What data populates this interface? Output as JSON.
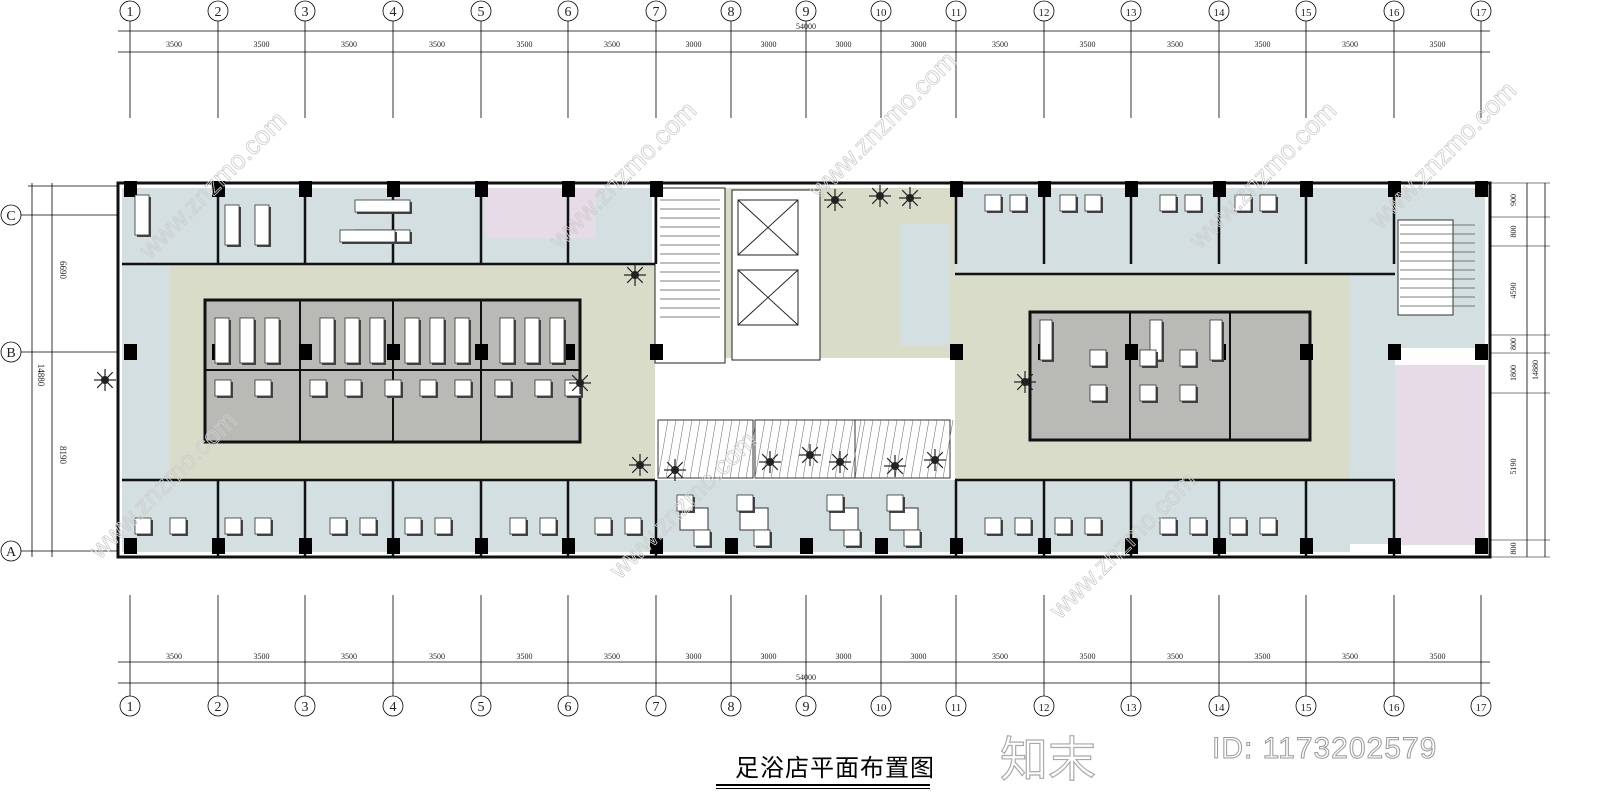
{
  "drawing": {
    "title": "足浴店平面布置图",
    "axes_columns": [
      "1",
      "2",
      "3",
      "4",
      "5",
      "6",
      "7",
      "8",
      "9",
      "10",
      "11",
      "12",
      "13",
      "14",
      "15",
      "16",
      "17"
    ],
    "axes_rows": [
      "C",
      "B",
      "A"
    ],
    "column_spacings": [
      "3500",
      "3500",
      "3500",
      "3500",
      "3500",
      "3500",
      "3000",
      "3000",
      "3000",
      "3000",
      "3500",
      "3500",
      "3500",
      "3500",
      "3500",
      "3500"
    ],
    "total_width": "54000",
    "left_dimensions": {
      "c_to_b": "6690",
      "b_to_a": "8190",
      "total": "14880"
    },
    "right_dimensions": [
      "900",
      "800",
      "4590",
      "800",
      "1800",
      "5190",
      "800"
    ],
    "right_total": "14880",
    "colors": {
      "corridor": "#d9dcc9",
      "room": "#d3dfe0",
      "gray_room": "#b9b9b6",
      "toilet": "#e6dbe6",
      "wall": "#111111"
    }
  },
  "watermark": {
    "id_text": "ID: 1173202579",
    "logo_text": "知末",
    "site": "www.znzmo.com"
  }
}
